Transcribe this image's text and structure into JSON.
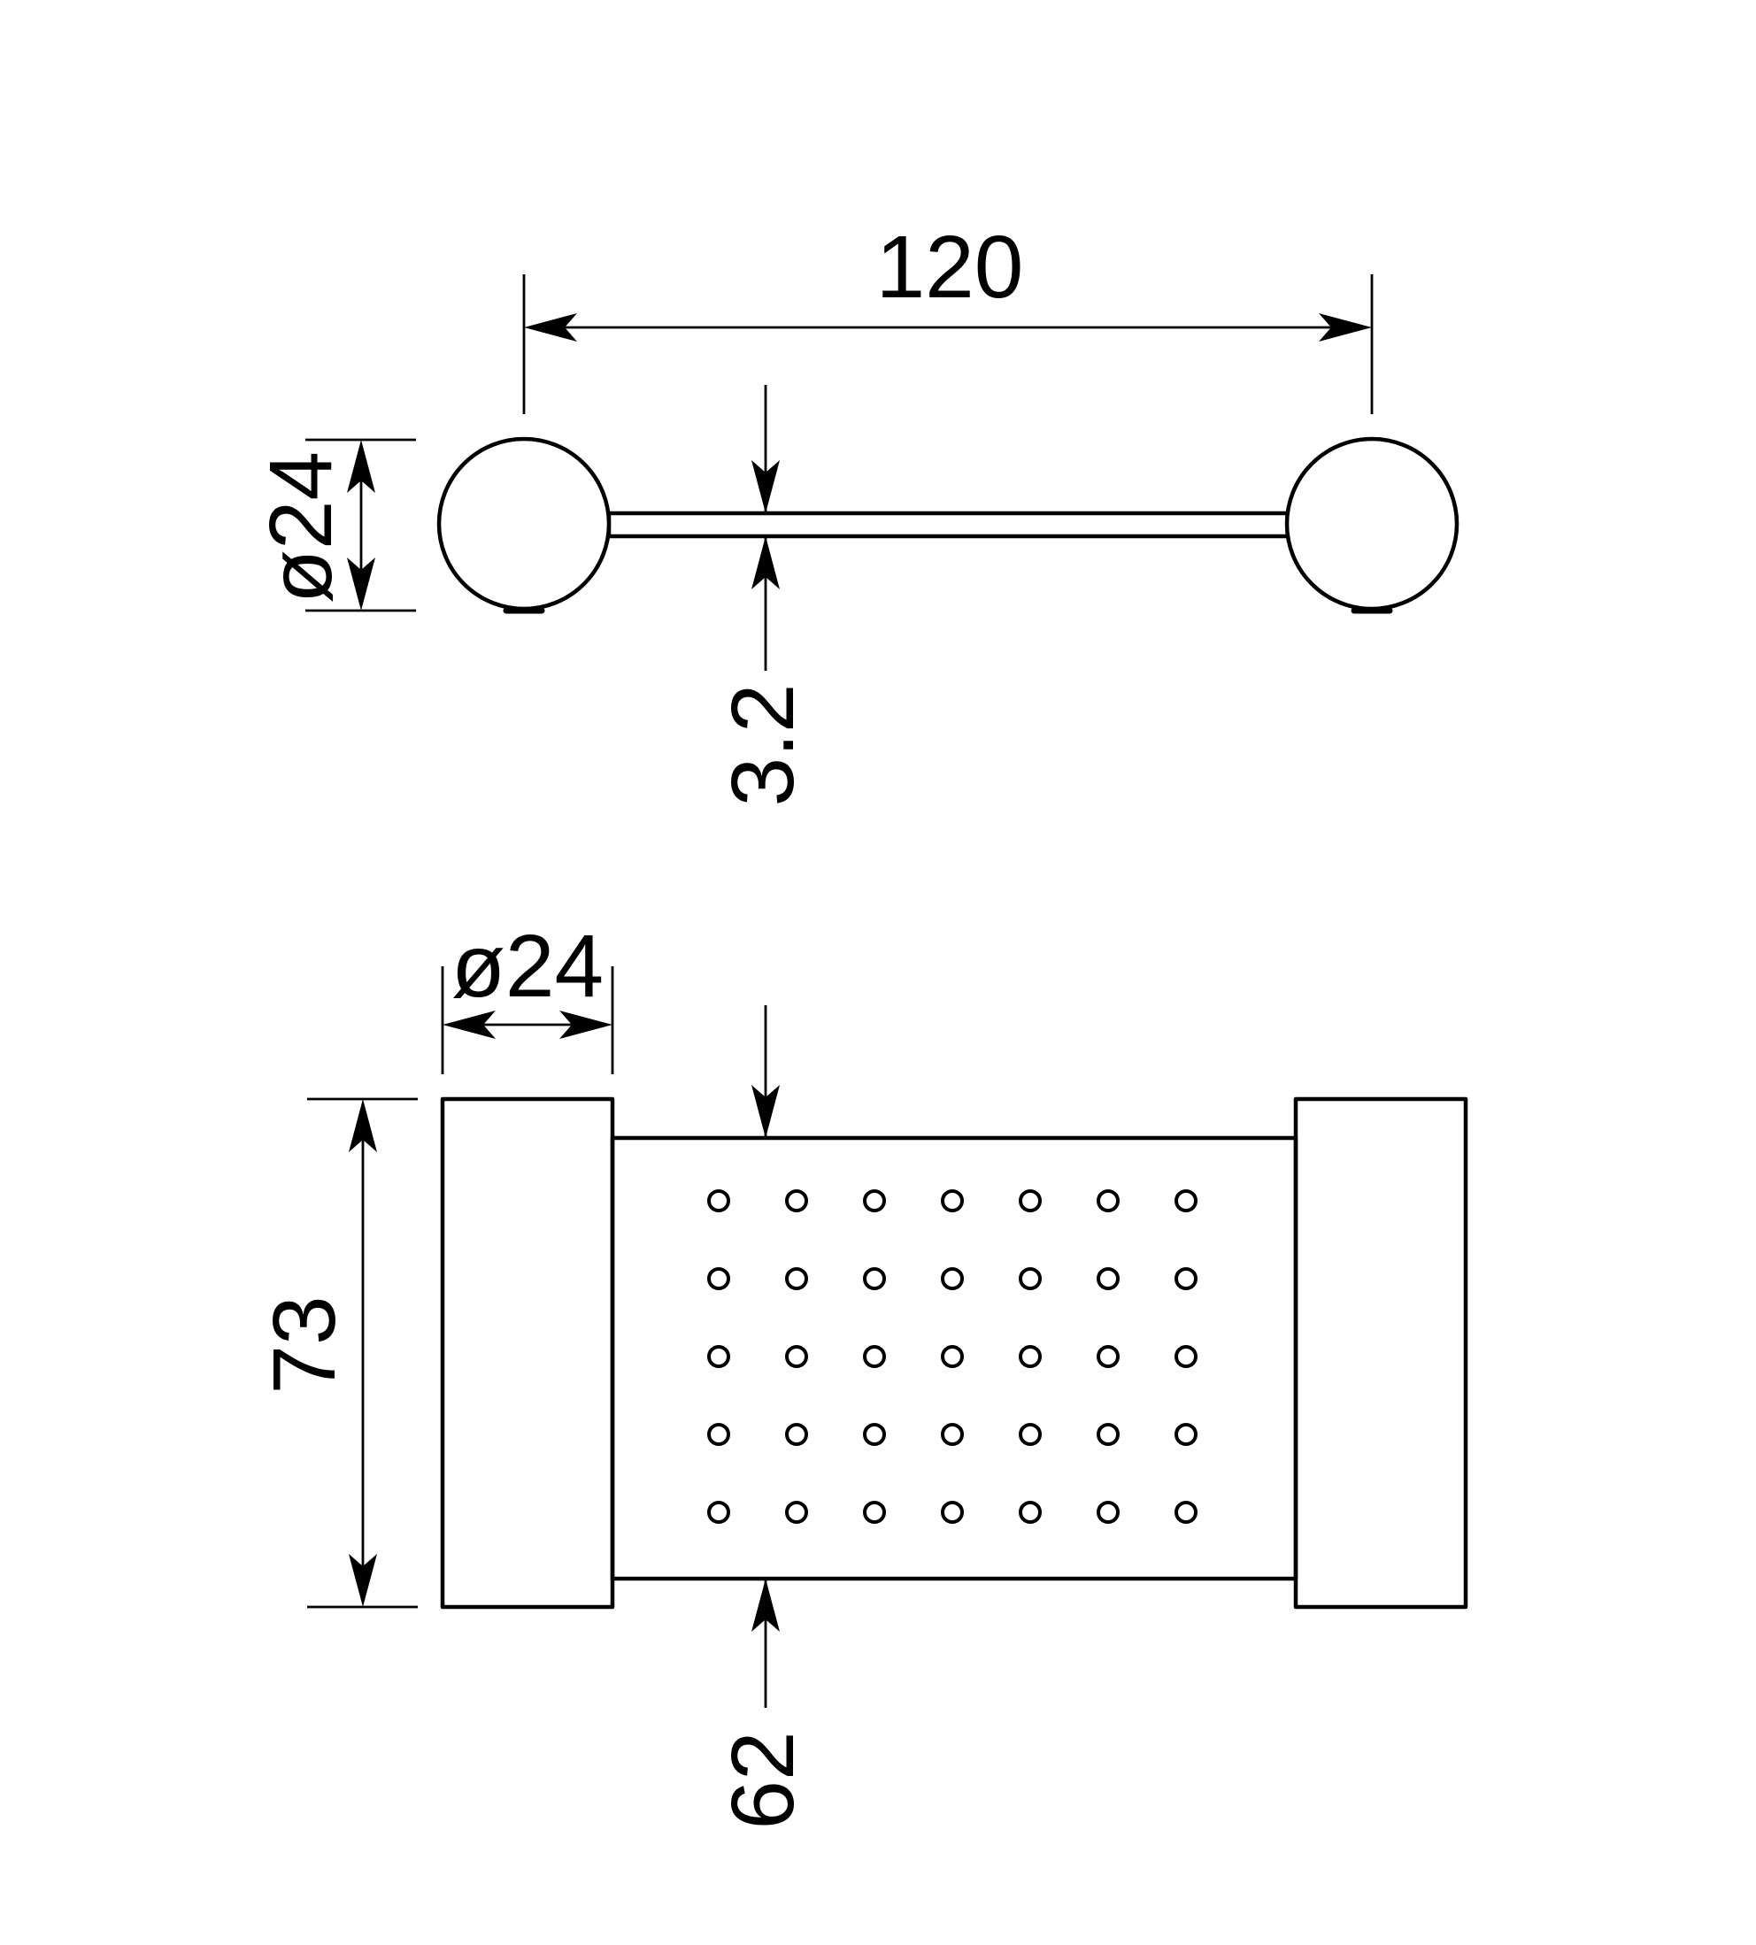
{
  "top_view": {
    "overall_width": "120",
    "end_diameter": "ø24",
    "bar_thickness": "3.2"
  },
  "front_view": {
    "end_diameter": "ø24",
    "overall_height": "73",
    "plate_height": "62",
    "perforation_grid": {
      "columns": 7,
      "rows": 5
    }
  },
  "colors": {
    "line": "#000000",
    "background": "#ffffff"
  }
}
